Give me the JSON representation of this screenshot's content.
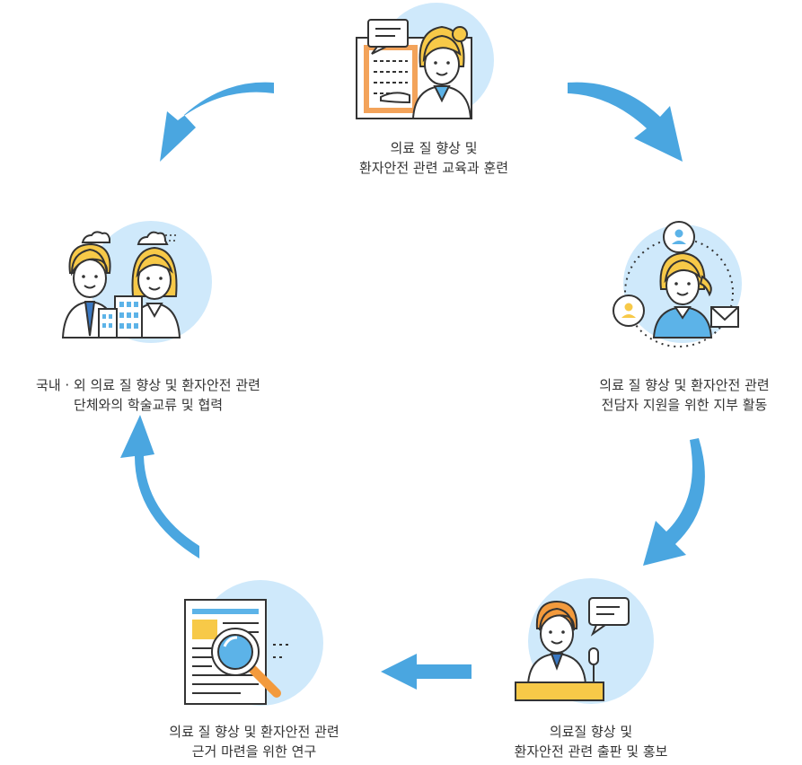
{
  "colors": {
    "circle": "#cfe9fb",
    "arrow": "#4aa6e0",
    "outline": "#333333",
    "hair": "#f7c948",
    "hair_male": "#f39a3c",
    "skin": "#ffffff",
    "tie": "#3a78c2",
    "accent_blue": "#5cb3e8",
    "accent_orange": "#f3a35a",
    "text": "#333333"
  },
  "nodes": [
    {
      "id": "education",
      "icon": "instructor-icon",
      "lines": [
        "의료 질 향상 및",
        "환자안전 관련 교육과 훈련"
      ]
    },
    {
      "id": "support",
      "icon": "network-support-icon",
      "lines": [
        "의료 질 향상 및 환자안전 관련",
        "전담자 지원을 위한 지부 활동"
      ]
    },
    {
      "id": "publish",
      "icon": "speaker-podium-icon",
      "lines": [
        "의료질 향상 및",
        "환자안전 관련 출판 및 홍보"
      ]
    },
    {
      "id": "research",
      "icon": "document-magnifier-icon",
      "lines": [
        "의료 질 향상 및 환자안전 관련",
        "근거 마련을 위한 연구"
      ]
    },
    {
      "id": "exchange",
      "icon": "partners-building-icon",
      "lines": [
        "국내 · 외 의료 질 향상 및 환자안전 관련",
        "단체와의 학술교류 및 협력"
      ]
    }
  ]
}
